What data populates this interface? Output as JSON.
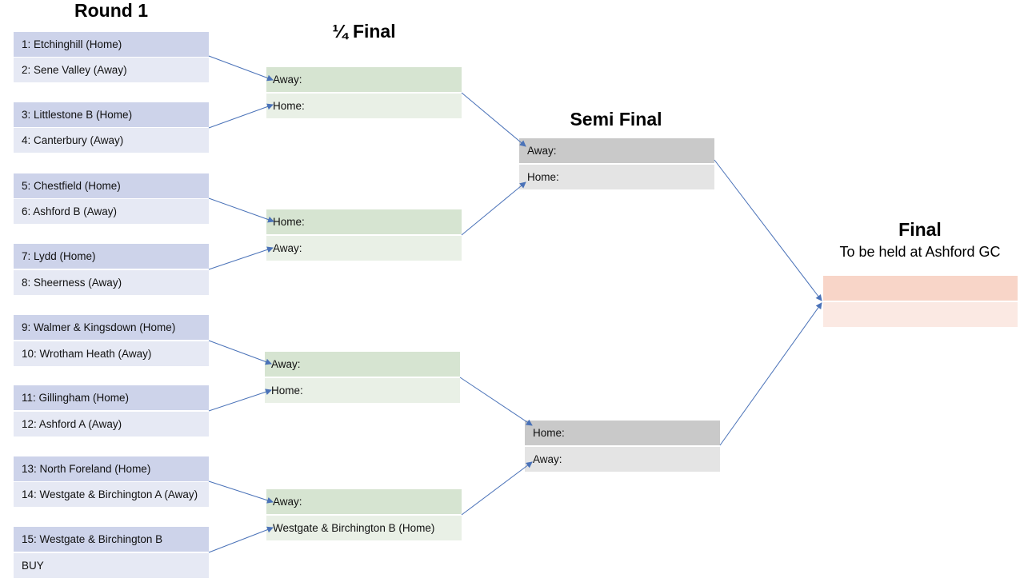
{
  "headings": {
    "round1": "Round 1",
    "quarter_final": "¼ Final",
    "semi_final": "Semi Final",
    "final": "Final",
    "final_venue": "To be held at Ashford GC"
  },
  "round1": [
    "1: Etchinghill (Home)",
    "2: Sene Valley (Away)",
    "3: Littlestone B (Home)",
    "4: Canterbury (Away)",
    "5: Chestfield (Home)",
    "6: Ashford B (Away)",
    "7: Lydd (Home)",
    "8: Sheerness (Away)",
    "9: Walmer & Kingsdown (Home)",
    "10: Wrotham Heath (Away)",
    "11: Gillingham (Home)",
    "12: Ashford A (Away)",
    "13: North Foreland (Home)",
    "14: Westgate & Birchington A (Away)",
    "15: Westgate & Birchington B",
    "BUY"
  ],
  "quarter_final": [
    "Away:",
    "Home:",
    "Home:",
    "Away:",
    "Away:",
    "Home:",
    "Away:",
    "Westgate & Birchington B (Home)"
  ],
  "semi_final": [
    "Away:",
    "Home:",
    "Home:",
    "Away:"
  ],
  "final": [
    "",
    ""
  ],
  "colors": {
    "round1_dark": "#cdd3ea",
    "round1_light": "#e6e9f4",
    "quarter_dark": "#d6e4d1",
    "quarter_light": "#e9f0e6",
    "semi_dark": "#c9c9c9",
    "semi_light": "#e4e4e4",
    "final_dark": "#f8d5c8",
    "final_light": "#fbe9e3",
    "connector": "#4a72b8"
  }
}
